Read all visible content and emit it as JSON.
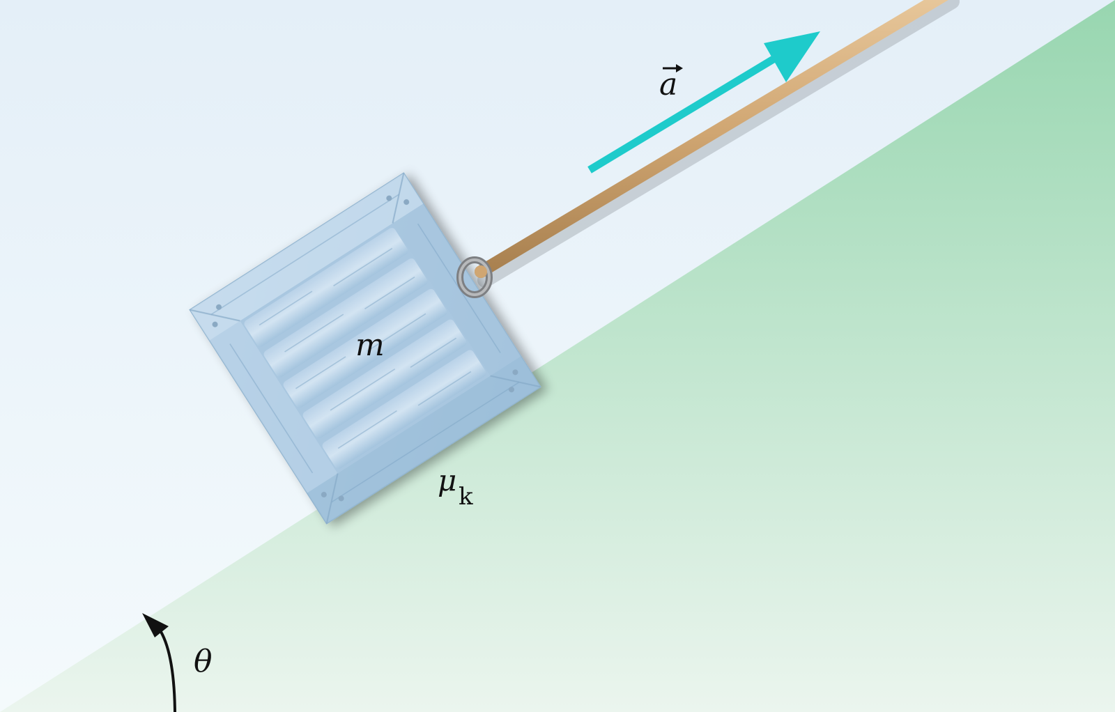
{
  "labels": {
    "mass": "m",
    "acceleration": "a",
    "friction_symbol": "μ",
    "friction_subscript": "k",
    "angle": "θ"
  },
  "colors": {
    "sky_top": "#e6f1f8",
    "sky_bottom": "#f2f9fb",
    "ground_top": "#9fdab7",
    "ground_bottom": "#e8f4ec",
    "crate": "#aac8e0",
    "rope": "#d2aa78",
    "acceleration_arrow": "#1ecbcb",
    "angle_arrow": "#111111"
  },
  "icons": {
    "crate": "wooden-crate-icon",
    "ring": "tie-ring-icon",
    "rope": "rope-icon"
  }
}
